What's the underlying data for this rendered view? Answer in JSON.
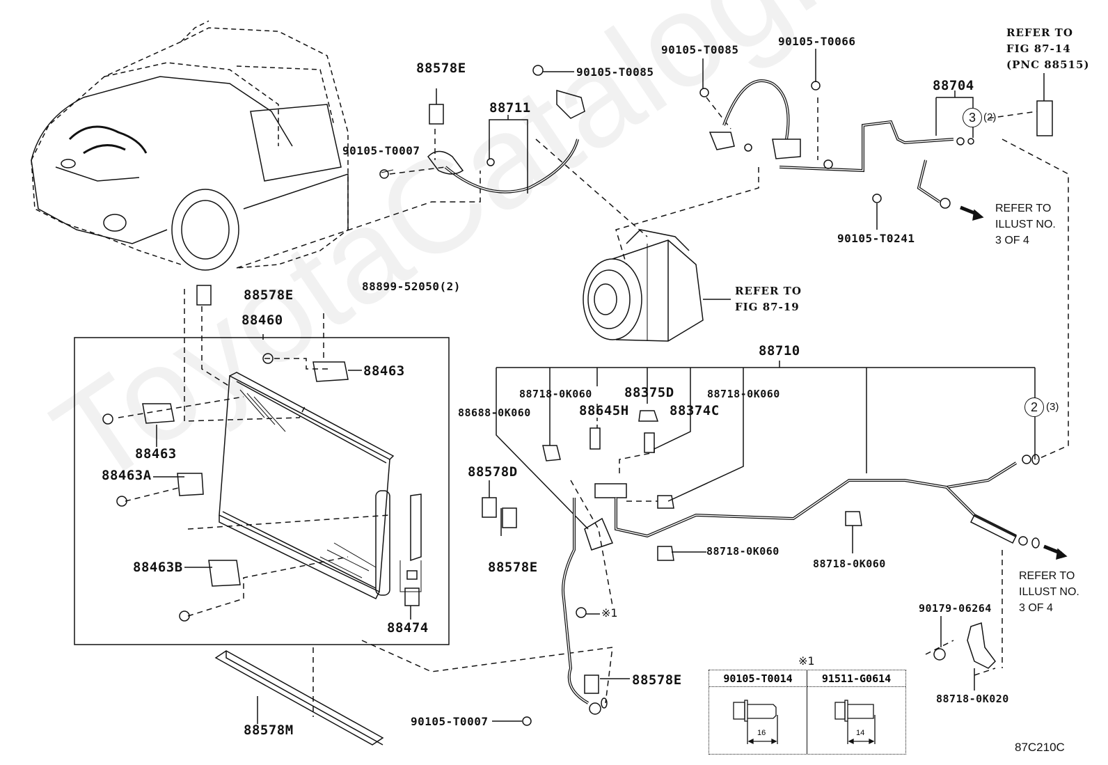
{
  "watermark": "ToyotaCatalog.ru",
  "figure_code": "87C210C",
  "parts": {
    "p88578E_top": "88578E",
    "p88711": "88711",
    "p90105_T0085_a": "90105-T0085",
    "p90105_T0007_top": "90105-T0007",
    "p90105_T0085_b": "90105-T0085",
    "p90105_T0066": "90105-T0066",
    "p88704": "88704",
    "p90105_T0241": "90105-T0241",
    "p88578E_mid": "88578E",
    "p88899": "88899-52050",
    "p88899_qty": "(2)",
    "p88460": "88460",
    "p88463_right": "88463",
    "p88463_left": "88463",
    "p88463A": "88463A",
    "p88463B": "88463B",
    "p88474": "88474",
    "p88578M": "88578M",
    "p88710": "88710",
    "p88718_0K060_a": "88718-0K060",
    "p88688_0K060": "88688-0K060",
    "p88375D": "88375D",
    "p88645H": "88645H",
    "p88374C": "88374C",
    "p88718_0K060_b": "88718-0K060",
    "p88578D": "88578D",
    "p88578E_low": "88578E",
    "p88718_0K060_c": "88718-0K060",
    "p88718_0K060_d": "88718-0K060",
    "p88578E_bottom": "88578E",
    "p90105_T0007_bottom": "90105-T0007",
    "p90179_06264": "90179-06264",
    "p88718_0K020": "88718-0K020"
  },
  "circled": {
    "item3": "3",
    "item3_qty": "(2)",
    "item2": "2",
    "item2_qty": "(3)"
  },
  "references": {
    "fig_87_14": "REFER TO\nFIG 87-14\n(PNC 88515)",
    "fig_87_19": "REFER TO\nFIG 87-19",
    "illust_top": "REFER TO\nILLUST NO.\n3 OF 4",
    "illust_bottom": "REFER TO\nILLUST NO.\n3 OF 4"
  },
  "note_marker": "※1",
  "legend": {
    "marker": "※1",
    "columns": [
      {
        "part": "90105-T0014",
        "length": "16"
      },
      {
        "part": "91511-G0614",
        "length": "14"
      }
    ]
  }
}
